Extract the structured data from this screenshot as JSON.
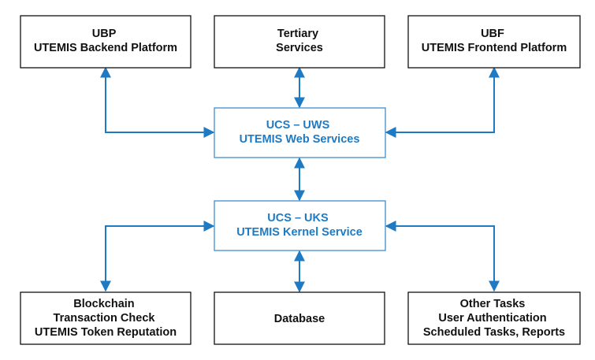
{
  "colors": {
    "box_border": "#111111",
    "center_border": "#3d8fd1",
    "center_text": "#1f7ac4",
    "arrow": "#1f7ac4",
    "text": "#111111"
  },
  "nodes": {
    "ubp": {
      "lines": [
        "UBP",
        "UTEMIS Backend Platform"
      ]
    },
    "tertiary": {
      "lines": [
        "Tertiary",
        "Services"
      ]
    },
    "ubf": {
      "lines": [
        "UBF",
        "UTEMIS Frontend Platform"
      ]
    },
    "uws": {
      "lines": [
        "UCS – UWS",
        "UTEMIS Web Services"
      ]
    },
    "uks": {
      "lines": [
        "UCS – UKS",
        "UTEMIS Kernel Service"
      ]
    },
    "blockchain": {
      "lines": [
        "Blockchain",
        "Transaction Check",
        "UTEMIS Token Reputation"
      ]
    },
    "database": {
      "lines": [
        "Database"
      ]
    },
    "other": {
      "lines": [
        "Other Tasks",
        "User Authentication",
        "Scheduled Tasks, Reports"
      ]
    }
  },
  "edges": [
    {
      "from": "ubp",
      "to": "uws",
      "direction": "both"
    },
    {
      "from": "tertiary",
      "to": "uws",
      "direction": "both"
    },
    {
      "from": "ubf",
      "to": "uws",
      "direction": "both"
    },
    {
      "from": "uws",
      "to": "uks",
      "direction": "both"
    },
    {
      "from": "uks",
      "to": "blockchain",
      "direction": "both"
    },
    {
      "from": "uks",
      "to": "database",
      "direction": "both"
    },
    {
      "from": "uks",
      "to": "other",
      "direction": "both"
    }
  ]
}
